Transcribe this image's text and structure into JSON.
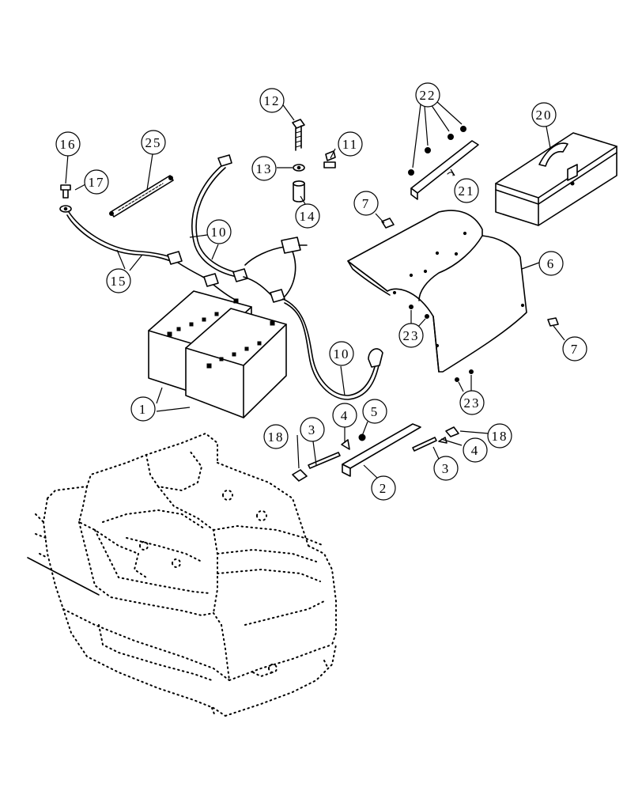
{
  "callouts": [
    {
      "id": "c1",
      "label": "1"
    },
    {
      "id": "c2",
      "label": "2"
    },
    {
      "id": "c3a",
      "label": "3"
    },
    {
      "id": "c3b",
      "label": "3"
    },
    {
      "id": "c4a",
      "label": "4"
    },
    {
      "id": "c4b",
      "label": "4"
    },
    {
      "id": "c5",
      "label": "5"
    },
    {
      "id": "c6",
      "label": "6"
    },
    {
      "id": "c7a",
      "label": "7"
    },
    {
      "id": "c7b",
      "label": "7"
    },
    {
      "id": "c10a",
      "label": "10"
    },
    {
      "id": "c10b",
      "label": "10"
    },
    {
      "id": "c11",
      "label": "11"
    },
    {
      "id": "c12",
      "label": "12"
    },
    {
      "id": "c13",
      "label": "13"
    },
    {
      "id": "c14",
      "label": "14"
    },
    {
      "id": "c15",
      "label": "15"
    },
    {
      "id": "c16",
      "label": "16"
    },
    {
      "id": "c17",
      "label": "17"
    },
    {
      "id": "c18a",
      "label": "18"
    },
    {
      "id": "c18b",
      "label": "18"
    },
    {
      "id": "c20",
      "label": "20"
    },
    {
      "id": "c21",
      "label": "21"
    },
    {
      "id": "c22",
      "label": "22"
    },
    {
      "id": "c23a",
      "label": "23"
    },
    {
      "id": "c23b",
      "label": "23"
    },
    {
      "id": "c23c",
      "label": "23"
    },
    {
      "id": "c25",
      "label": "25"
    }
  ]
}
